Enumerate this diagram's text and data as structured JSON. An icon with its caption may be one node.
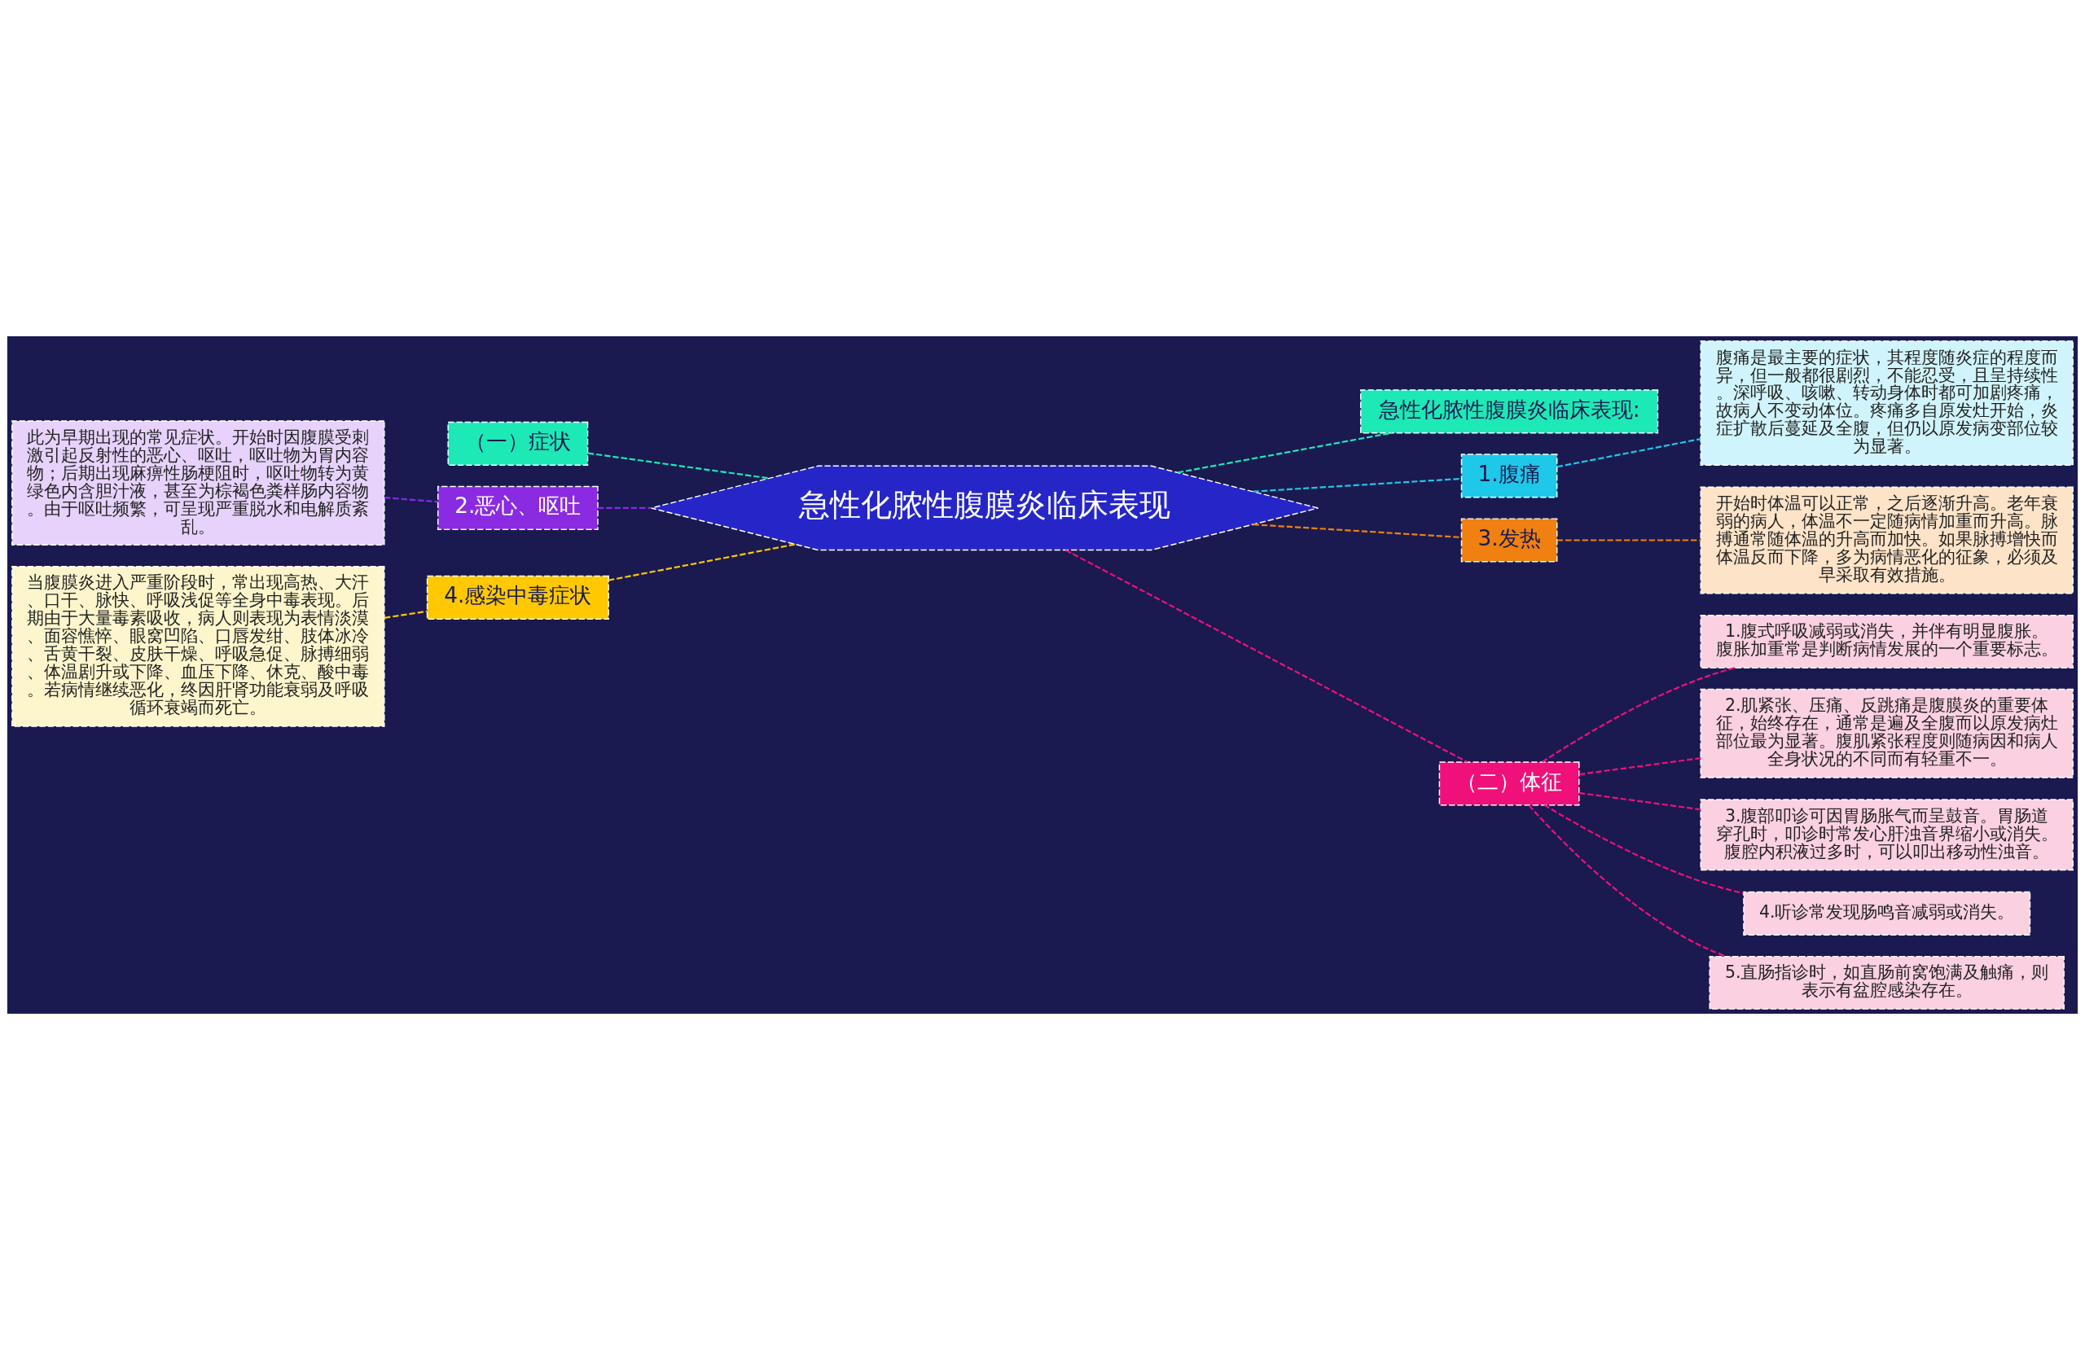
{
  "diagram": {
    "nodes": [
      {
        "text": [
          "急性化脓性腹膜炎临床表现"
        ]
      },
      {
        "text": [
          "急性化脓性腹膜炎临床表现:"
        ]
      },
      {
        "text": [
          "1.腹痛"
        ]
      },
      {
        "text": [
          "腹痛是最主要的症状，其程度随炎症的程度而异，但一般都很剧烈，不能忍受，且呈持续性。深呼吸、咳嗽、转动身体时都可加剧疼痛，故病人不变动体位。疼痛多自原发灶开始，炎症扩散后蔓延及全腹，但仍以原发病变部位较为显著。"
        ]
      },
      {
        "text": [
          "3.发热"
        ]
      },
      {
        "text": [
          "开始时体温可以正常，之后逐渐升高。老年衰弱的病人，体温不一定随病情加重而升高。脉搏通常随体温的升高而加快。如果脉搏增快而体温反而下降，多为病情恶化的征象，必须及早采取有效措施。"
        ]
      },
      {
        "text": [
          "（二）体征"
        ]
      },
      {
        "text": [
          "1.腹式呼吸减弱或消失，并伴有明显腹胀。腹胀加重常是判断病情发展的一个重要标志。"
        ]
      },
      {
        "text": [
          "2.肌紧张、压痛、反跳痛是腹膜炎的重要体征，始终存在，通常是遍及全腹而以原发病灶部位最为显著。腹肌紧张程度则随病因和病人全身状况的不同而有轻重不一。"
        ]
      },
      {
        "text": [
          "3.腹部叩诊可因胃肠胀气而呈鼓音。胃肠道穿孔时，叩诊时常发心肝浊音界缩小或消失。腹腔内积液过多时，可以叩出移动性浊音。"
        ]
      },
      {
        "text": [
          "4.听诊常发现肠鸣音减弱或消失。"
        ]
      },
      {
        "text": [
          "5.直肠指诊时，如直肠前窝饱满及触痛，则表示有盆腔感染存在。"
        ]
      },
      {
        "text": [
          "（一）症状"
        ]
      },
      {
        "text": [
          "2.恶心、呕吐"
        ]
      },
      {
        "text": [
          "此为早期出现的常见症状。开始时因腹膜受刺激引起反射性的恶心、呕吐，呕吐物为胃内容物；后期出现麻痹性肠梗阻时，呕吐物转为黄绿色内含胆汁液，甚至为棕褐色粪样肠内容物。由于呕吐频繁，可呈现严重脱水和电解质紊乱。"
        ]
      },
      {
        "text": [
          "4.感染中毒症状"
        ]
      },
      {
        "text": [
          "当腹膜炎进入严重阶段时，常出现高热、大汗、口干、脉快、呼吸浅促等全身中毒表现。后期由于大量毒素吸收，病人则表现为表情淡漠、面容憔悴、眼窝凹陷、口唇发绀、肢体冰冷、舌黄干裂、皮肤干燥、呼吸急促、脉搏细弱、体温剧升或下降、血压下降、休克、酸中毒。若病情继续恶化，终因肝肾功能衰弱及呼吸循环衰竭而死亡。"
        ]
      }
    ],
    "edges": [
      {
        "from": 0,
        "to": 1,
        "arrow": "none",
        "style": "dashed",
        "color": "#1de9b6"
      },
      {
        "from": 0,
        "to": 2,
        "arrow": "none",
        "style": "dashed",
        "color": "#1ec8e8"
      },
      {
        "from": 2,
        "to": 3,
        "arrow": "none",
        "style": "dashed",
        "color": "#1ec8e8"
      },
      {
        "from": 0,
        "to": 4,
        "arrow": "none",
        "style": "dashed",
        "color": "#f08010"
      },
      {
        "from": 4,
        "to": 5,
        "arrow": "none",
        "style": "dashed",
        "color": "#f08010"
      },
      {
        "from": 0,
        "to": 6,
        "arrow": "none",
        "style": "dashed",
        "color": "#f0107a"
      },
      {
        "from": 6,
        "to": 7,
        "arrow": "none",
        "style": "dashed",
        "color": "#f0107a"
      },
      {
        "from": 6,
        "to": 8,
        "arrow": "none",
        "style": "dashed",
        "color": "#f0107a"
      },
      {
        "from": 6,
        "to": 9,
        "arrow": "none",
        "style": "dashed",
        "color": "#f0107a"
      },
      {
        "from": 6,
        "to": 10,
        "arrow": "none",
        "style": "dashed",
        "color": "#f0107a"
      },
      {
        "from": 6,
        "to": 11,
        "arrow": "none",
        "style": "dashed",
        "color": "#f0107a"
      },
      {
        "from": 0,
        "to": 12,
        "arrow": "none",
        "style": "dashed",
        "color": "#1de9b6"
      },
      {
        "from": 0,
        "to": 13,
        "arrow": "none",
        "style": "dashed",
        "color": "#8a2be2"
      },
      {
        "from": 13,
        "to": 14,
        "arrow": "none",
        "style": "dashed",
        "color": "#8a2be2"
      },
      {
        "from": 0,
        "to": 15,
        "arrow": "none",
        "style": "dashed",
        "color": "#ffc800"
      },
      {
        "from": 15,
        "to": 16,
        "arrow": "none",
        "style": "dashed",
        "color": "#ffc800"
      }
    ]
  }
}
